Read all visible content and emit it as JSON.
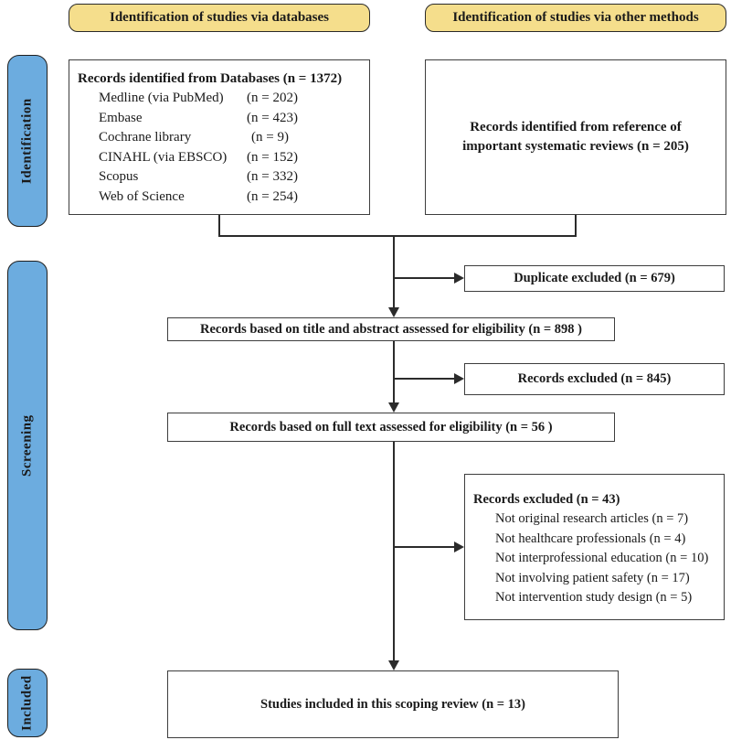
{
  "colors": {
    "header_fill": "#f5de8c",
    "stage_fill": "#6cacdf",
    "line_color": "#2b2b2b",
    "box_border": "#3d3d3d"
  },
  "headers": {
    "databases": "Identification of studies via databases",
    "other_methods": "Identification of studies via other methods"
  },
  "stages": {
    "identification": "Identification",
    "screening": "Screening",
    "included": "Included"
  },
  "boxes": {
    "records_databases": {
      "title": "Records identified from Databases (n = 1372)",
      "rows": [
        {
          "label": "Medline (via PubMed)",
          "count": "(n = 202)"
        },
        {
          "label": "Embase",
          "count": "(n = 423)"
        },
        {
          "label": "Cochrane library",
          "count": "(n = 9)"
        },
        {
          "label": "CINAHL (via EBSCO)",
          "count": "(n = 152)"
        },
        {
          "label": "Scopus",
          "count": "(n = 332)"
        },
        {
          "label": "Web of Science",
          "count": "(n = 254)"
        }
      ]
    },
    "records_references": {
      "text": "Records identified from reference of important systematic reviews (n = 205)"
    },
    "duplicates_excluded": {
      "text": "Duplicate excluded (n = 679)"
    },
    "title_abstract_assessed": {
      "text": "Records based on title and abstract assessed for eligibility (n = 898 )"
    },
    "records_excluded_title_abstract": {
      "text": "Records excluded (n = 845)"
    },
    "full_text_assessed": {
      "text": "Records based on full text assessed for eligibility (n = 56 )"
    },
    "records_excluded_full_text": {
      "title": "Records excluded (n = 43)",
      "reasons": [
        "Not original research articles (n = 7)",
        "Not healthcare professionals (n = 4)",
        "Not interprofessional education (n = 10)",
        "Not involving patient safety (n = 17)",
        "Not intervention study design (n = 5)"
      ]
    },
    "studies_included": {
      "text": "Studies included in this scoping review (n = 13)"
    }
  }
}
